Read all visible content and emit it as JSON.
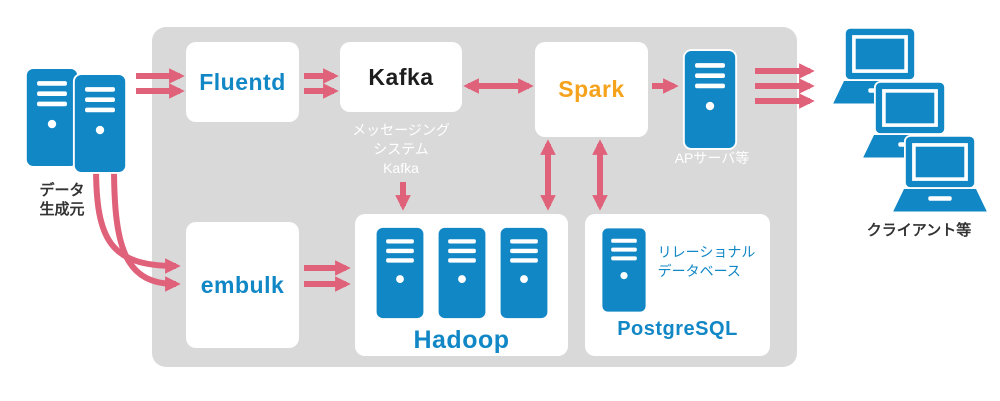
{
  "colors": {
    "blue": "#1287c6",
    "pink": "#e0617a",
    "orange": "#f5a21d",
    "panel": "#d9d9d9",
    "text-dark": "#333333",
    "kafka-text": "#1d1d1d"
  },
  "diagram": {
    "source": {
      "label_lines": [
        "データ",
        "生成元"
      ]
    },
    "fluentd": {
      "label": "Fluentd"
    },
    "kafka": {
      "label": "Kafka",
      "caption_lines": [
        "メッセージング",
        "システム",
        "Kafka"
      ]
    },
    "spark": {
      "label": "Spark"
    },
    "ap_server": {
      "caption": "APサーバ等"
    },
    "clients": {
      "label": "クライアント等"
    },
    "embulk": {
      "label": "embulk"
    },
    "hadoop": {
      "label": "Hadoop"
    },
    "postgresql": {
      "label": "PostgreSQL",
      "caption_lines": [
        "リレーショナル",
        "データベース"
      ]
    }
  }
}
